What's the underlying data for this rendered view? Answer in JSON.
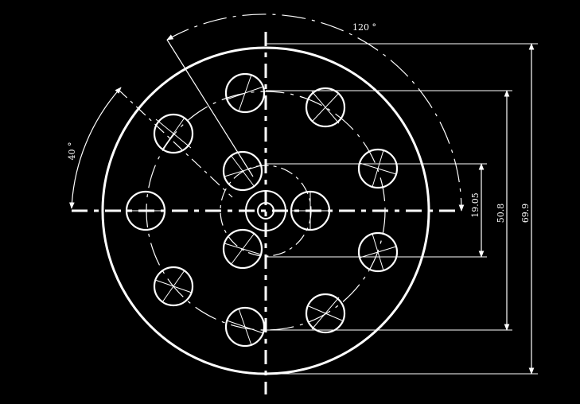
{
  "drawing": {
    "background": "#000000",
    "line_color": "#ffffff",
    "angle_labels": {
      "large": "120 °",
      "small": "40 °"
    },
    "dimension_labels": {
      "inner": "19.05",
      "middle": "50.8",
      "outer": "69.9"
    }
  }
}
